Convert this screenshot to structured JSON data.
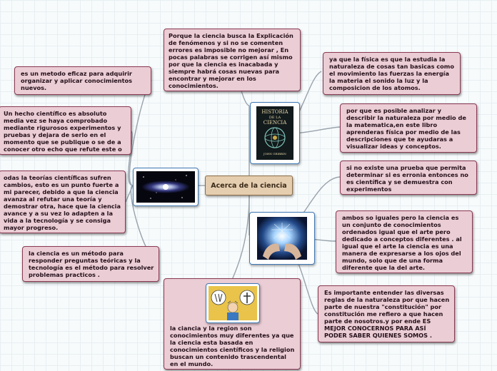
{
  "central": {
    "label": "Acerca de la ciencia"
  },
  "nodes": {
    "porque_ciencia": "Porque la ciencia busca la Explicación de fenómenos y si no se comenten errores es imposible no mejorar , En pocas palabras se corrigen así mismo por que la ciencia es inacabada y siempre habrá cosas nuevas para encontrar y mejorar en los conocimientos.",
    "metodo_eficaz": "es un metodo eficaz para adquirir organizar y aplicar conocimientos nuevos.",
    "hecho_cientifico": "Un hecho científico es absoluto media vez se haya comprobado mediante rigurosos experimentos y pruebas y dejara de serlo en el momento que se publique o se de a conocer otro echo que refute este o lo cambie.",
    "teorias": "odas la teorías científicas sufren cambios, esto es un punto fuerte a mi parecer, debido a que la ciencia avanza al refutar una teoría y demostrar otra, hace que la ciencia avance y a su vez lo adapten a la vida a la tecnología y se consiga mayor progreso.",
    "metodo_preguntas": "la ciencia es un método para responder preguntas teóricas y la tecnología es el método para resolver problemas practicos .",
    "religion": "la ciancia y la region son conocimientos muy diferentes ya que la ciencia esta basada en conocimientos científicos y la religion buscan un contenido trascendental en el mundo.",
    "fisica": "ya que la física es que la estudia la naturaleza de cosas tan basicas como el movimiento las fuerzas la energía la materia el sonido la luz y la composicion de los atomos.",
    "analizar": "por que es posible analizar y describir la naturaleza por medio de la matematica,en este libro aprenderas física por medio de las descripciones que te ayudaras a visualizar ideas y conceptos.",
    "prueba": "si no existe una prueba que permita determinar si es erronia entonces no es científica y se demuestra con experimentos",
    "arte": "ambos so iguales pero la ciencia es un conjunto de conocimientos ordenados igual que el arte pero dedicado a conceptos diferentes . al igual que el arte la ciencia es una manera de expresarse a los ojos del mundo, solo que de  una forma diferente que la del arte.",
    "reglas": "Es importante entender las diversas reglas de la naturaleza por que hacen parte de nuestra \"constitución\" por constitución me refiero a que hacen parte de nosotros.y por ende ES MEJOR CONOCERNOS PARA ASÍ PODER SABER QUIENES SOMOS ."
  },
  "book": {
    "title_line1": "HISTORIA",
    "title_line2": "DE LA",
    "title_line3": "CIENCIA",
    "author": "JOHN GRIBBIN"
  },
  "colors": {
    "node_fill": "#ebcdd5",
    "node_border": "#8a3a52",
    "central_fill": "#e5cdb0",
    "image_border": "#3f78b5",
    "connector": "#9aa3ad"
  }
}
